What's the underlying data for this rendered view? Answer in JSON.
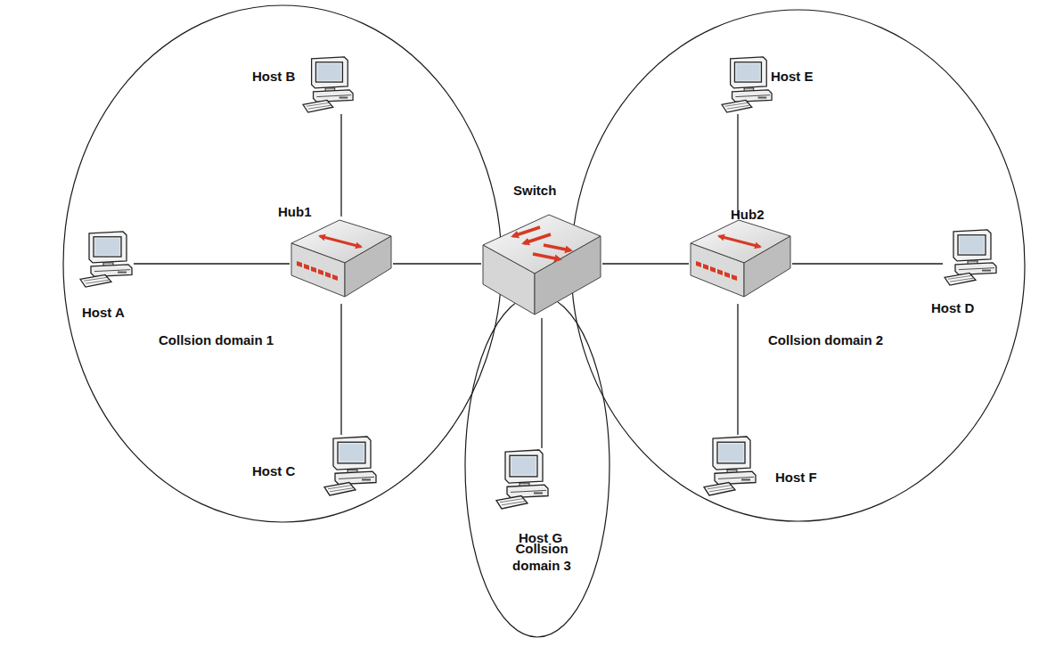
{
  "diagram": {
    "nodes": [
      {
        "text": [
          "Collsion domain 1"
        ]
      },
      {
        "text": [
          "Host B"
        ],
        "in": 0
      },
      {
        "text": [
          "Hub1"
        ],
        "in": 0
      },
      {
        "text": [
          "Host A"
        ],
        "in": 0
      },
      {
        "text": [
          "Host C"
        ],
        "in": 0
      },
      {
        "text": [
          "Switch"
        ]
      },
      {
        "text": [
          "Collsion domain 2"
        ]
      },
      {
        "text": [
          "Host E"
        ],
        "in": 6
      },
      {
        "text": [
          "Hub2"
        ],
        "in": 6
      },
      {
        "text": [
          "Host D"
        ],
        "in": 6
      },
      {
        "text": [
          "Host F"
        ],
        "in": 6
      },
      {
        "text": [
          "Collsion domain 3"
        ]
      },
      {
        "text": [
          "Host G"
        ],
        "in": 11
      }
    ],
    "edges": [
      {
        "from": 1,
        "to": 2,
        "arrow": "none"
      },
      {
        "from": 3,
        "to": 2,
        "arrow": "none"
      },
      {
        "from": 2,
        "to": 4,
        "arrow": "none"
      },
      {
        "from": 2,
        "to": 5,
        "arrow": "none"
      },
      {
        "from": 5,
        "to": 8,
        "arrow": "none"
      },
      {
        "from": 7,
        "to": 8,
        "arrow": "none"
      },
      {
        "from": 8,
        "to": 9,
        "arrow": "none"
      },
      {
        "from": 8,
        "to": 10,
        "arrow": "none"
      },
      {
        "from": 5,
        "to": 12,
        "arrow": "none"
      }
    ]
  }
}
